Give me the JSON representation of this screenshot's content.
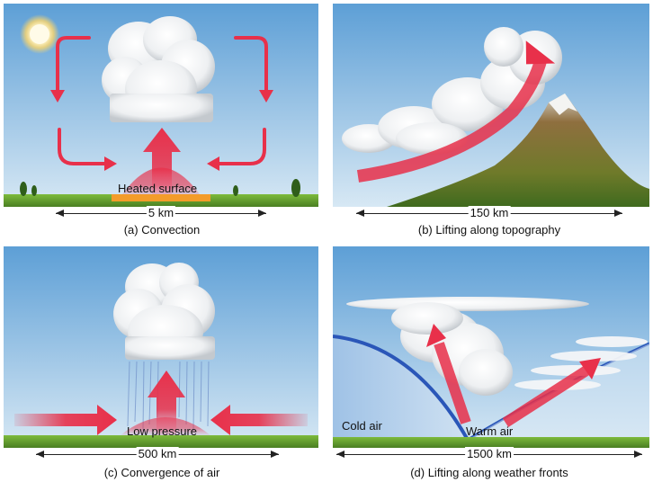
{
  "panels": {
    "a": {
      "surface_label": "Heated surface",
      "distance": "5 km",
      "caption": "(a)   Convection"
    },
    "b": {
      "distance": "150 km",
      "caption": "(b)   Lifting along topography"
    },
    "c": {
      "center_label": "Low pressure",
      "distance": "500 km",
      "caption": "(c)   Convergence of air"
    },
    "d": {
      "cold_label": "Cold air",
      "warm_label": "Warm air",
      "distance": "1500 km",
      "caption": "(d)   Lifting along weather fronts"
    }
  },
  "colors": {
    "sky_top": "#5d9fd6",
    "sky_bottom": "#d7e8f4",
    "arrow_red": "#e8304a",
    "ground_green": "#5e9a2c",
    "front_blue": "#2a56b8",
    "heated_orange": "#f39c2a"
  }
}
